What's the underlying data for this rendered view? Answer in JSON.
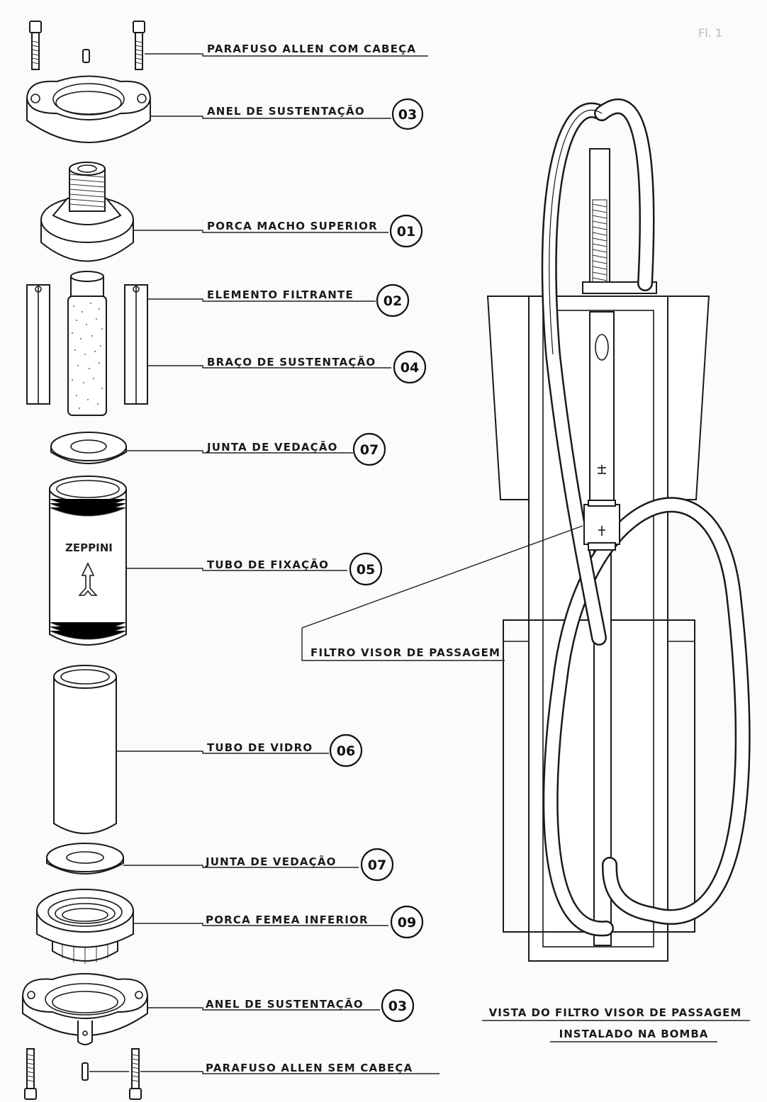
{
  "document": {
    "corner_mark": "Fl. 1",
    "brand": "ZEPPINI"
  },
  "parts": [
    {
      "label": "PARAFUSO ALLEN COM CABEÇA",
      "number": ""
    },
    {
      "label": "ANEL DE SUSTENTAÇÃO",
      "number": "03"
    },
    {
      "label": "PORCA MACHO SUPERIOR",
      "number": "01"
    },
    {
      "label": "ELEMENTO FILTRANTE",
      "number": "02"
    },
    {
      "label": "BRAÇO DE SUSTENTAÇÃO",
      "number": "04"
    },
    {
      "label": "JUNTA DE VEDAÇÃO",
      "number": "07"
    },
    {
      "label": "TUBO DE FIXAÇÃO",
      "number": "05"
    },
    {
      "label": "TUBO DE VIDRO",
      "number": "06"
    },
    {
      "label": "JUNTA DE VEDAÇÃO",
      "number": "07"
    },
    {
      "label": "PORCA FEMEA INFERIOR",
      "number": "09"
    },
    {
      "label": "ANEL DE SUSTENTAÇÃO",
      "number": "03"
    },
    {
      "label": "PARAFUSO ALLEN SEM CABEÇA",
      "number": ""
    }
  ],
  "installed_view": {
    "callout": "FILTRO VISOR DE PASSAGEM",
    "title_line1": "VISTA DO FILTRO VISOR DE PASSAGEM",
    "title_line2": "INSTALADO NA BOMBA"
  }
}
